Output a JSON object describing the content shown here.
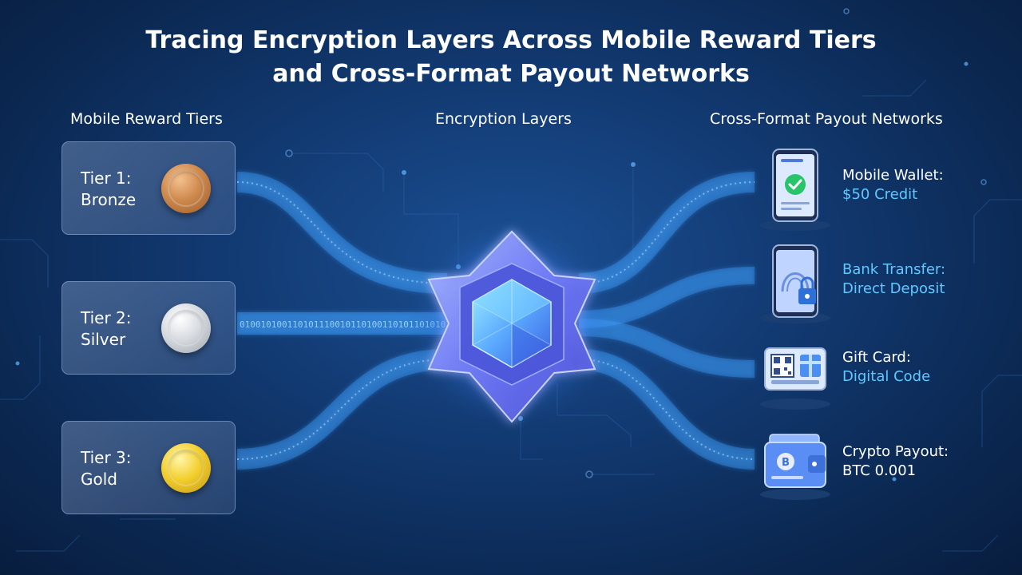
{
  "title_line1": "Tracing Encryption Layers Across Mobile Reward Tiers",
  "title_line2": "and Cross-Format Payout Networks",
  "columns": {
    "left": "Mobile Reward Tiers",
    "center": "Encryption Layers",
    "right": "Cross-Format Payout Networks"
  },
  "tiers": [
    {
      "line1": "Tier 1:",
      "line2": "Bronze",
      "coin": "bronze-coin-icon"
    },
    {
      "line1": "Tier 2:",
      "line2": "Silver",
      "coin": "silver-coin-icon"
    },
    {
      "line1": "Tier 3:",
      "line2": "Gold",
      "coin": "gold-coin-icon"
    }
  ],
  "binary_stream": "0100101001101011100101101001101011010101",
  "payouts": [
    {
      "line1": "Mobile Wallet:",
      "line2": "$50 Credit",
      "icon": "mobile-wallet-phone-icon"
    },
    {
      "line1": "Bank Transfer:",
      "line2": "Direct Deposit",
      "icon": "bank-lock-phone-icon"
    },
    {
      "line1": "Gift Card:",
      "line2": "Digital Code",
      "icon": "gift-card-qr-icon"
    },
    {
      "line1": "Crypto Payout:",
      "line2": "BTC 0.001",
      "icon": "crypto-wallet-icon"
    }
  ],
  "colors": {
    "background": "#123a72",
    "stream": "#4fb3ff",
    "accent_text": "#5fc9ff",
    "core": "#6f8dff"
  }
}
